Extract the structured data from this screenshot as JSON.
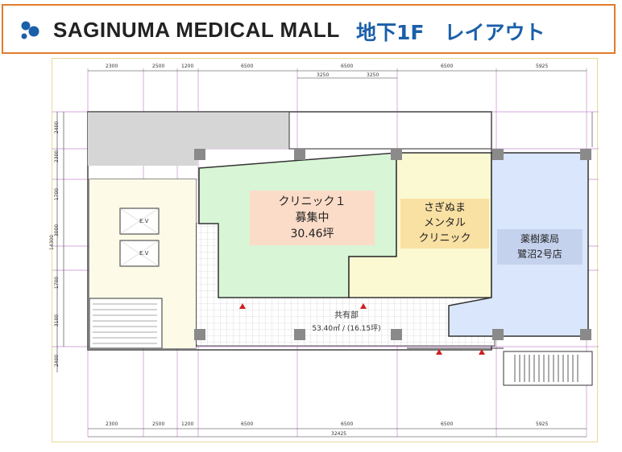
{
  "header": {
    "brand": "SAGINUMA MEDICAL MALL",
    "title": "地下1F　レイアウト"
  },
  "dimensions": {
    "top_row": [
      "2300",
      "2500",
      "1200",
      "6500",
      "6500",
      "6500",
      "5925"
    ],
    "top_sub": [
      "3250",
      "3250"
    ],
    "bottom_row": [
      "2300",
      "2500",
      "1200",
      "6500",
      "6500",
      "6500",
      "5925"
    ],
    "bottom_total": "32425",
    "left_col": [
      "2300",
      "1700",
      "3000",
      "1700",
      "3100"
    ],
    "left_total": "14300",
    "side_top": "2400",
    "side_bottom": "2400"
  },
  "rooms": {
    "clinic1_line1": "クリニック１",
    "clinic1_line2": "募集中",
    "clinic1_line3": "30.46坪",
    "mental_line1": "さぎぬま",
    "mental_line2": "メンタル",
    "mental_line3": "クリニック",
    "pharmacy_line1": "薬樹薬局",
    "pharmacy_line2": "鷺沼2号店",
    "common_line1": "共有部",
    "common_line2": "53.40㎡ / (16.15坪)",
    "ev1": "E.V",
    "ev2": "E.V"
  },
  "colors": {
    "clinic1_fill": "#d8f5d6",
    "clinic1_label": "#fbdcc8",
    "mental_fill": "#fbf9d2",
    "mental_label": "#f9e0a3",
    "pharmacy_fill": "#d9e6fb",
    "pharmacy_label": "#c5d2ee",
    "header_border": "#e07c2c",
    "title_blue": "#1b5fa8"
  }
}
